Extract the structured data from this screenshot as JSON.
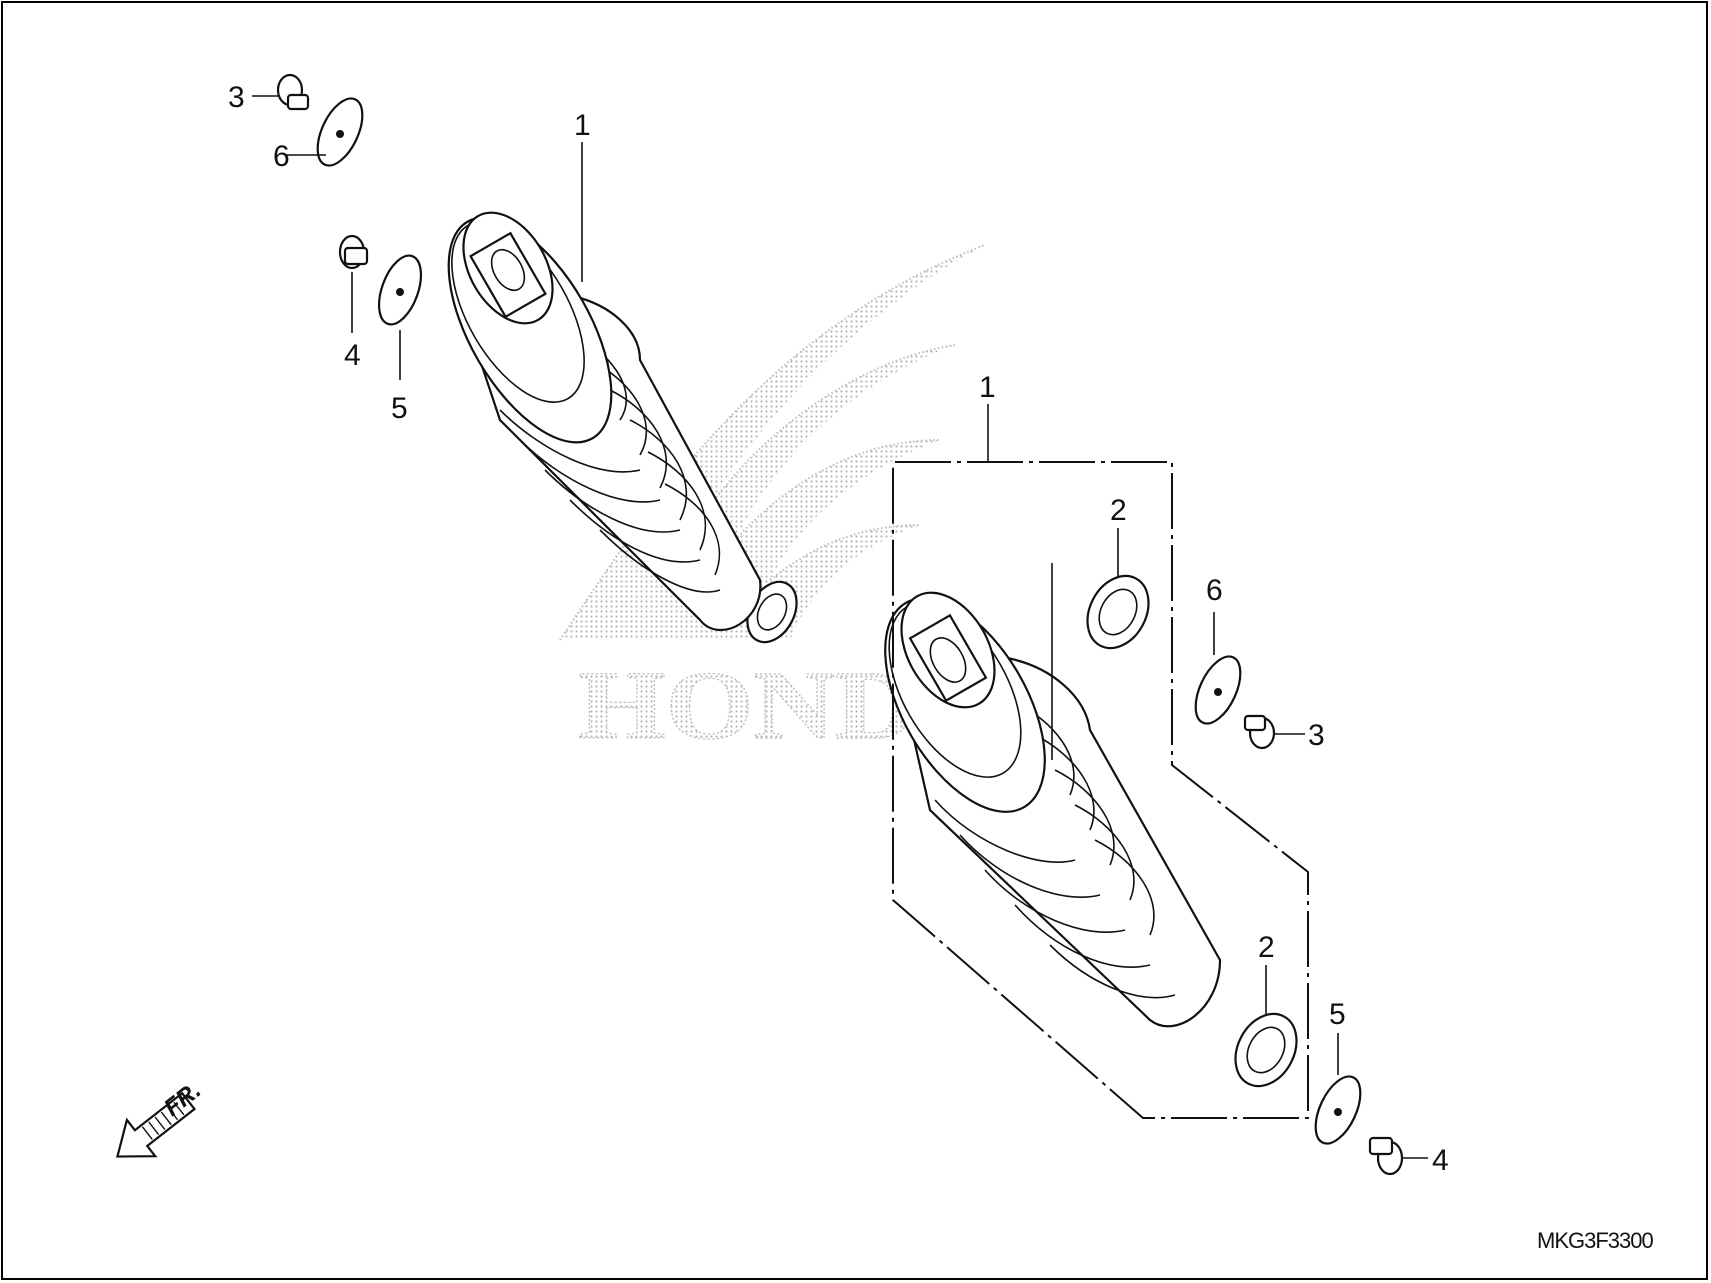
{
  "diagram": {
    "drawing_code": "MKG3F3300",
    "front_marker": "FR.",
    "watermark_text": "HONDA",
    "callouts": {
      "left_shock": "1",
      "right_shock": "1",
      "bush_upper": "2",
      "bush_lower": "2",
      "bolt_a_left": "3",
      "bolt_a_right": "3",
      "bolt_b_left": "4",
      "bolt_b_right": "4",
      "washer_b_left": "5",
      "washer_b_right": "5",
      "washer_a_left": "6",
      "washer_a_right": "6"
    }
  }
}
